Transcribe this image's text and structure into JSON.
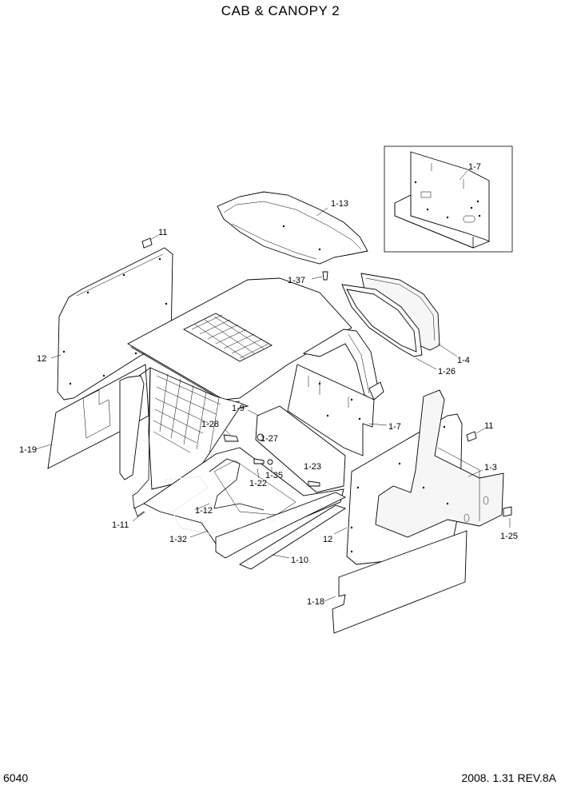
{
  "title": "CAB & CANOPY 2",
  "page_number": "6040",
  "revision": "2008. 1.31  REV.8A",
  "callouts": {
    "c_1_7_inset": "1-7",
    "c_1_13": "1-13",
    "c_11_top": "11",
    "c_1_37": "1-37",
    "c_12_left": "12",
    "c_1_4": "1-4",
    "c_1_26": "1-26",
    "c_1_9": "1-9",
    "c_1_7": "1-7",
    "c_11_right": "11",
    "c_1_28": "1-28",
    "c_1_27": "1-27",
    "c_1_19": "1-19",
    "c_1_23": "1-23",
    "c_1_3": "1-3",
    "c_1_22": "1-22",
    "c_1_35": "1-35",
    "c_1_12": "1-12",
    "c_1_11": "1-11",
    "c_1_25": "1-25",
    "c_1_32": "1-32",
    "c_12_right": "12",
    "c_1_10": "1-10",
    "c_1_18": "1-18"
  }
}
